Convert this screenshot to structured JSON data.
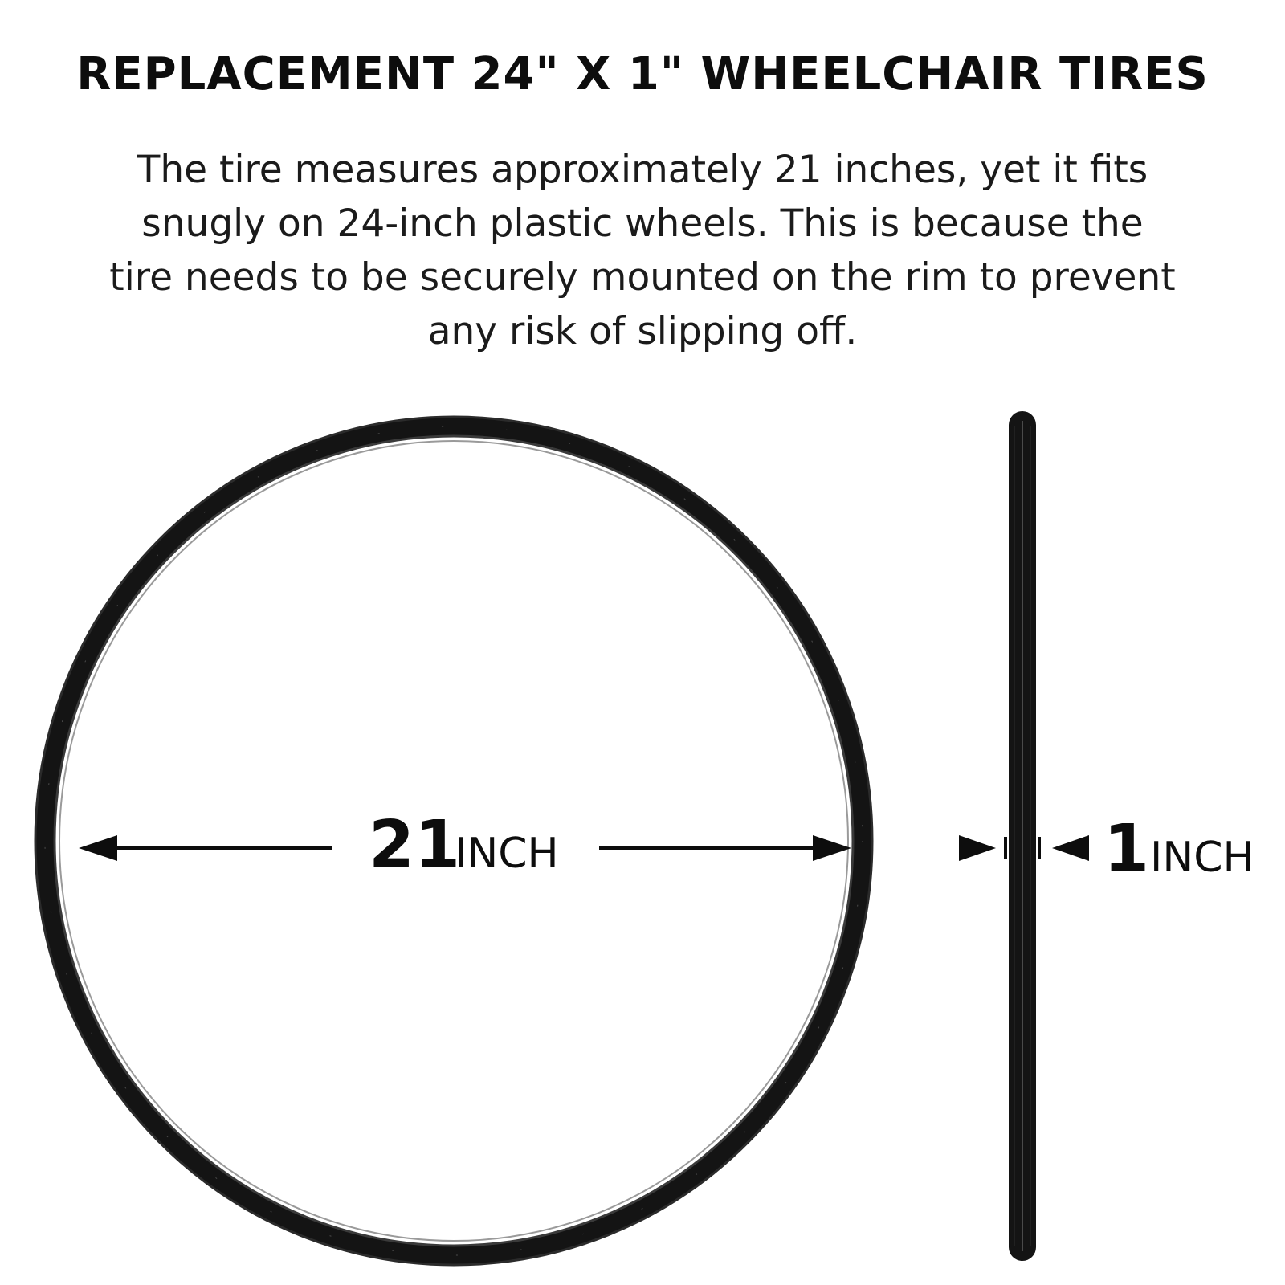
{
  "title": "REPLACEMENT 24\" X 1\" WHEELCHAIR TIRES",
  "description": {
    "lines": [
      "The tire measures approximately 21 inches, yet it fits",
      "snugly on 24-inch plastic wheels. This is because the",
      "tire needs to be securely mounted on the rim to prevent",
      "any risk of slipping off."
    ]
  },
  "diameter_label": {
    "number": "21",
    "unit": "INCH"
  },
  "width_label": {
    "number": "1",
    "unit": "INCH"
  },
  "colors": {
    "tire": "#141414",
    "tire_edge": "#2b2b2b",
    "text": "#111111",
    "background": "#ffffff"
  }
}
